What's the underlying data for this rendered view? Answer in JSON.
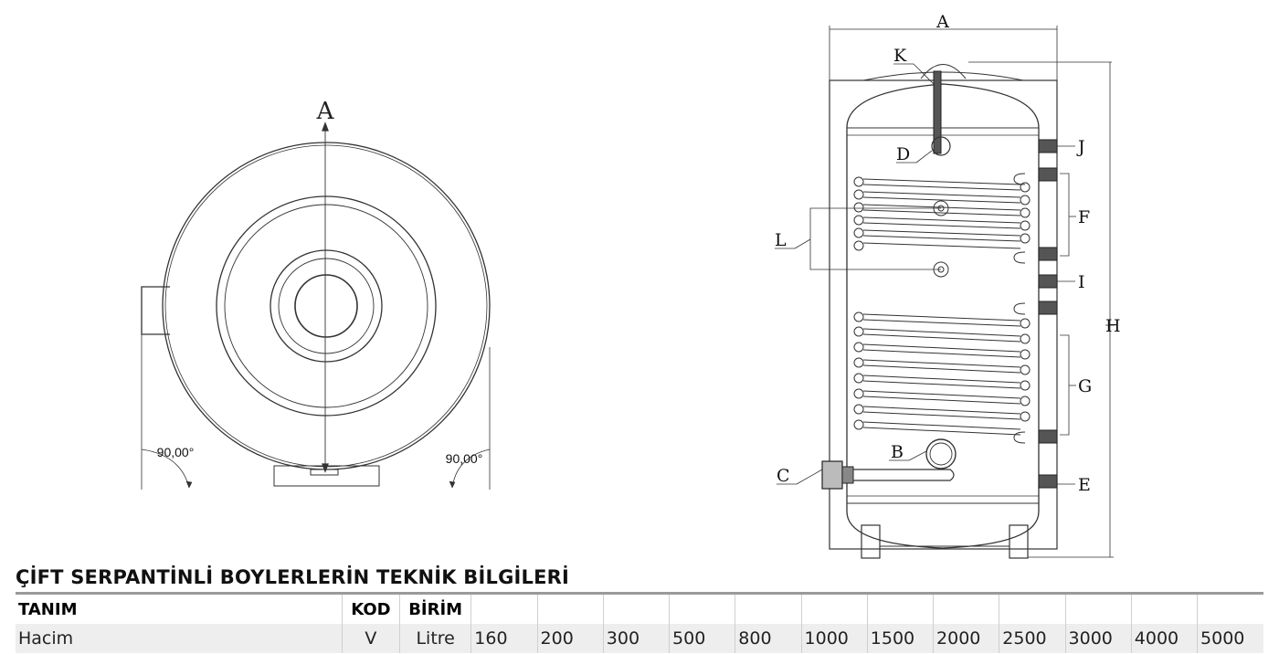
{
  "drawing": {
    "top_view": {
      "section_label": "A",
      "angle_left": "90,00°",
      "angle_right": "90,00°"
    },
    "side_view": {
      "width_label": "A",
      "height_label": "H",
      "callouts": [
        "K",
        "D",
        "L",
        "C",
        "B",
        "J",
        "F",
        "I",
        "G",
        "E"
      ]
    }
  },
  "spec": {
    "title": "ÇİFT SERPANTİNLİ BOYLERLERİN TEKNİK BİLGİLERİ",
    "headers": [
      "TANIM",
      "KOD",
      "BİRİM"
    ],
    "row": {
      "name": "Hacim",
      "code": "V",
      "unit": "Litre",
      "values": [
        "160",
        "200",
        "300",
        "500",
        "800",
        "1000",
        "1500",
        "2000",
        "2500",
        "3000",
        "4000",
        "5000"
      ]
    }
  }
}
